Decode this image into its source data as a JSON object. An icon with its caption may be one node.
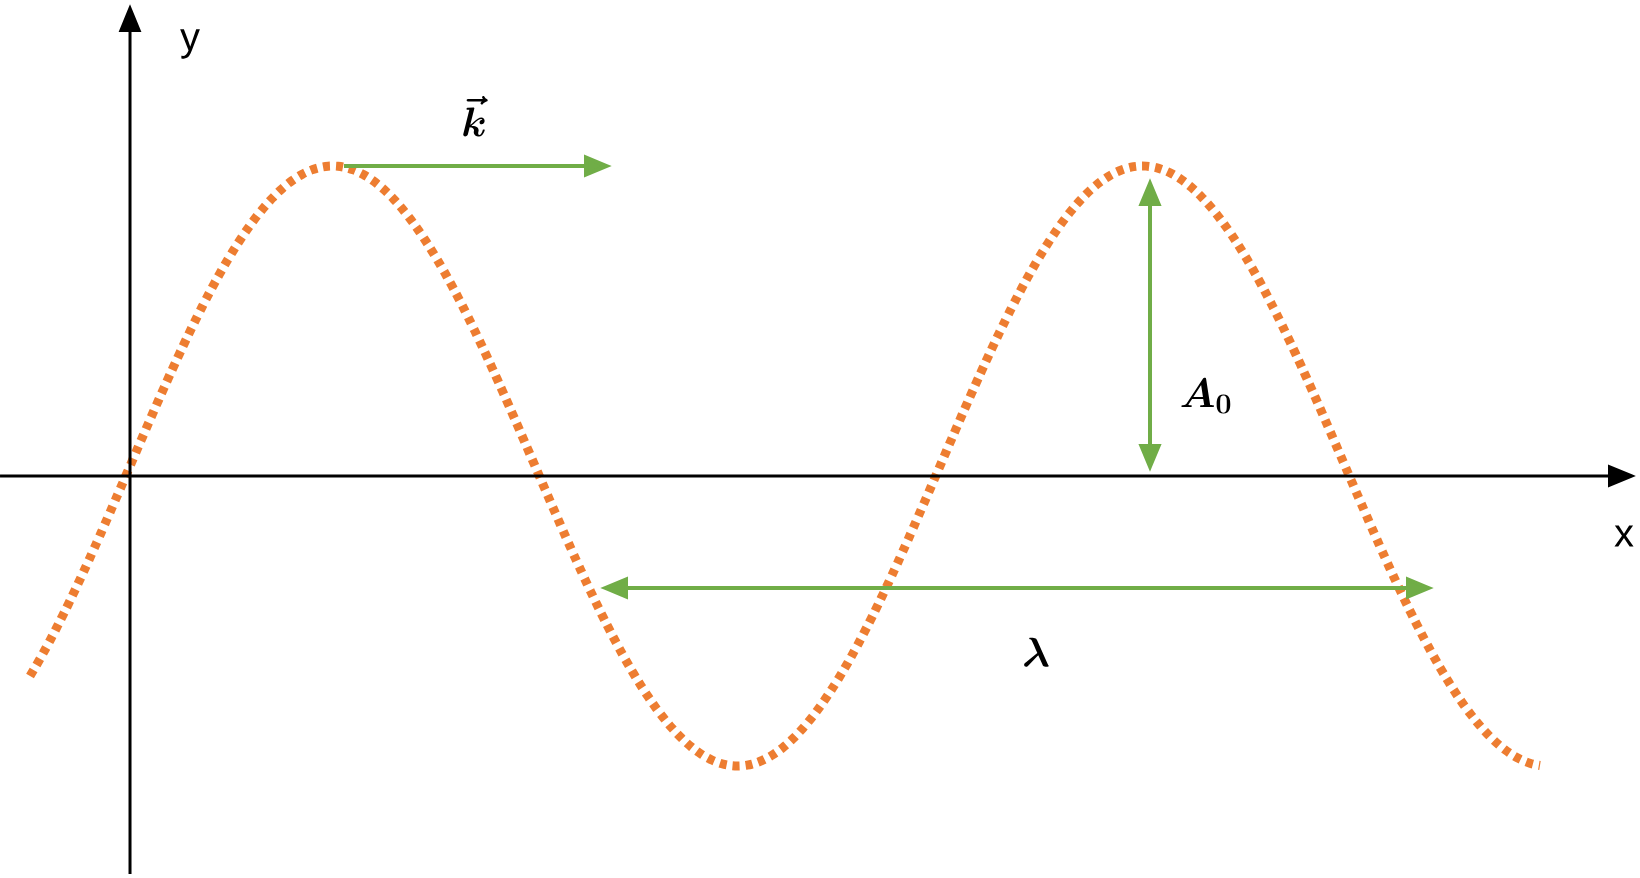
{
  "diagram": {
    "labels": [
      "y",
      "\\vec{k}",
      "A_0",
      "x",
      "\\lambda"
    ]
  }
}
